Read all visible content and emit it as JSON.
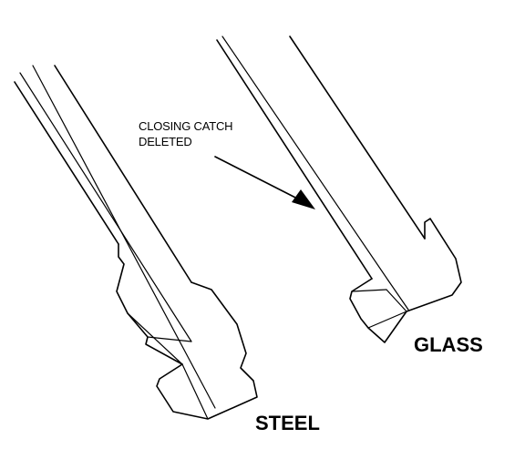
{
  "diagram": {
    "note_line1": "CLOSING CATCH",
    "note_line2": "DELETED",
    "label_glass": "GLASS",
    "label_steel": "STEEL"
  },
  "colors": {
    "ink": "#000000",
    "background": "#ffffff"
  }
}
